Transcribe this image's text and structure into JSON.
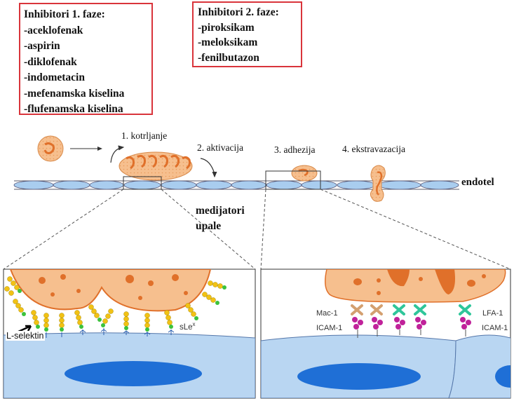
{
  "inhibitors_phase1": {
    "title": "Inhibitori 1. faze:",
    "items": [
      "-aceklofenak",
      "-aspirin",
      "-diklofenak",
      "-indometacin",
      "-mefenamska kiselina",
      "-flufenamska kiselina"
    ]
  },
  "inhibitors_phase2": {
    "title": "Inhibitori 2. faze:",
    "items": [
      "-piroksikam",
      "-meloksikam",
      "-fenilbutazon"
    ]
  },
  "steps": {
    "rolling": "1. kotrljanje",
    "activation": "2. aktivacija",
    "adhesion": "3. adhezija",
    "extravasation": "4. ekstravazacija"
  },
  "labels": {
    "endothelium": "endotel",
    "mediators_line1": "medijatori",
    "mediators_line2": "upale",
    "l_selectin": "L-selektin",
    "slex": "sLe",
    "slex_sup": "x",
    "mac1": "Mac-1",
    "icam1_left": "ICAM-1",
    "lfa1": "LFA-1",
    "icam1_right": "ICAM-1"
  },
  "colors": {
    "box_border": "#d9343b",
    "cell_fill": "#f6bf8e",
    "cell_spot": "#e0702a",
    "endothelium_fill": "#a9cdef",
    "nucleus": "#1f6fd6",
    "selectin_yellow": "#f2c214",
    "ligand_green": "#3cc23c",
    "mac1_tan": "#e6b98e",
    "lfa1_green": "#2fc69a",
    "icam1_magenta": "#c0229a"
  }
}
